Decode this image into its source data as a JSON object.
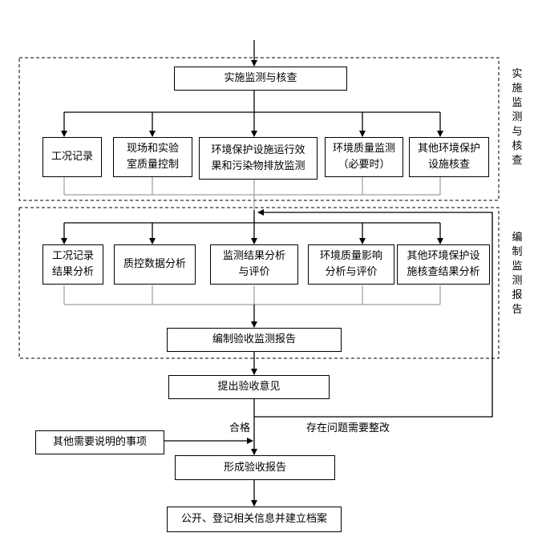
{
  "section1": {
    "title": "实施监测与核查",
    "side_label": "实施监测与核查",
    "items": [
      "工况记录",
      "现场和实验\n室质量控制",
      "环境保护设施运行效\n果和污染物排放监测",
      "环境质量监测\n（必要时）",
      "其他环境保护\n设施核查"
    ]
  },
  "section2": {
    "side_label": "编制监测报告",
    "items": [
      "工况记录\n结果分析",
      "质控数据分析",
      "监测结果分析\n与评价",
      "环境质量影响\n分析与评价",
      "其他环境保护设\n施核查结果分析"
    ],
    "report": "编制验收监测报告"
  },
  "opinion": "提出验收意见",
  "pass_label": "合格",
  "problem_label": "存在问题需要整改",
  "other_matters": "其他需要说明的事项",
  "final_report": "形成验收报告",
  "archive": "公开、登记相关信息并建立档案"
}
